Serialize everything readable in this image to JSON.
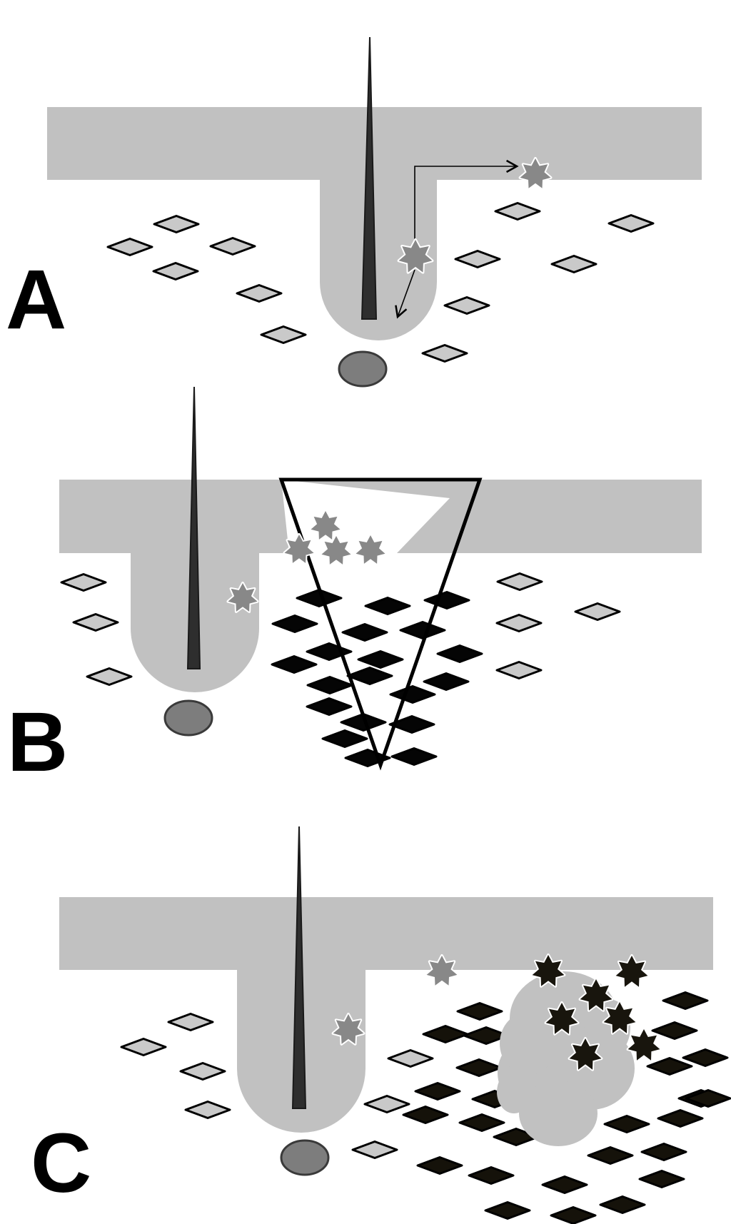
{
  "figure": {
    "panels": [
      {
        "id": "A",
        "label": "A"
      },
      {
        "id": "B",
        "label": "B"
      },
      {
        "id": "C",
        "label": "C"
      }
    ]
  },
  "colors": {
    "skin_layer": "#c1c1c1",
    "hair_shaft": "#2e2e2e",
    "papilla": "#7d7d7d",
    "cell_normal": "#c9c9c9",
    "cell_affected": "#050505",
    "cell_affected_c": "#15120a",
    "star_free": "#888888",
    "star_activated": "#18150d",
    "outline": "#000000"
  },
  "icons": {
    "hair": "hair-shaft-icon",
    "papilla": "dermal-papilla-icon",
    "cell": "diamond-cell-icon",
    "star": "seven-point-star-icon",
    "arrow": "migration-arrow-icon",
    "wound": "triangular-wound-icon",
    "cluster": "cell-cluster-icon"
  }
}
